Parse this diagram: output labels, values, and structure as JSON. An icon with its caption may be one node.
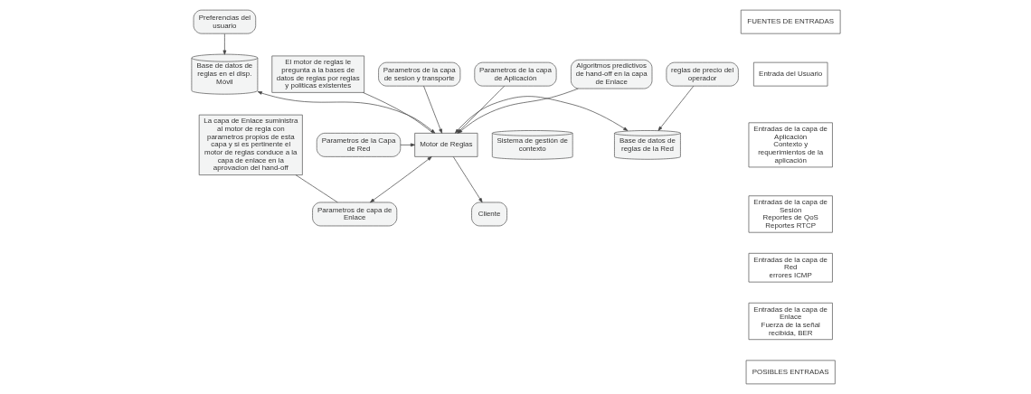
{
  "diagram": {
    "nodes": [
      {
        "text": [
          "Parametros de capa de Enlace"
        ]
      },
      {
        "text": [
          "La capa de Enlace suministra al motor de regla con parametros propios de esta capa y si es pertinente el motor de reglas conduce a la capa de enlace en la aprovacion del hand-off"
        ]
      },
      {
        "text": [
          "Algoritmos predictivos de hand-off en la capa de Enlace"
        ]
      },
      {
        "text": [
          "Preferencias del usuario"
        ]
      },
      {
        "text": [
          "reglas de precio del operador"
        ]
      },
      {
        "text": [
          "Base de datos de reglas en el disp. Móvil"
        ]
      },
      {
        "text": [
          "Parametros de la Capa de Red"
        ]
      },
      {
        "text": [
          "Motor de Reglas"
        ]
      },
      {
        "text": [
          "Base de datos de reglas de la Red"
        ]
      },
      {
        "text": [
          "El motor de reglas le pregunta a la bases de datos de reglas por reglas y politicas existentes"
        ]
      },
      {
        "text": [
          "Parametros de la capa de sesion y transporte"
        ]
      },
      {
        "text": [
          "Parametros de la capa de Aplicación"
        ]
      },
      {
        "text": [
          "Cliente"
        ]
      },
      {
        "text": [
          "Sistema de gestión de contexto"
        ]
      },
      {
        "text": [
          "FUENTES DE ENTRADAS"
        ]
      },
      {
        "text": [
          "Entrada del Usuario"
        ]
      },
      {
        "text": [
          "Entradas de la capa de Aplicación",
          "Contexto y requerimientos de la aplicación"
        ]
      },
      {
        "text": [
          "Entradas de la capa de Sesión",
          "Reportes de QoS Reportes RTCP"
        ]
      },
      {
        "text": [
          "Entradas de la capa de Red",
          "errores ICMP"
        ]
      },
      {
        "text": [
          "Entradas de la capa de Enlace",
          "Fuerza de la señal recibida, BER"
        ]
      },
      {
        "text": [
          "POSIBLES ENTRADAS"
        ]
      }
    ],
    "edges": [
      {
        "from": 1,
        "to": 0,
        "arrow": "none"
      },
      {
        "from": 7,
        "to": 0,
        "arrow": "both"
      },
      {
        "from": 2,
        "to": 7,
        "arrow": "to"
      },
      {
        "from": 3,
        "to": 5,
        "arrow": "to"
      },
      {
        "from": 5,
        "to": 7,
        "arrow": "both"
      },
      {
        "from": 6,
        "to": 7,
        "arrow": "to"
      },
      {
        "from": 4,
        "to": 8,
        "arrow": "to"
      },
      {
        "from": 7,
        "to": 8,
        "arrow": "both"
      },
      {
        "from": 9,
        "to": 7,
        "arrow": "none"
      },
      {
        "from": 10,
        "to": 7,
        "arrow": "to"
      },
      {
        "from": 7,
        "to": 12,
        "arrow": "to"
      },
      {
        "from": 11,
        "to": 7,
        "arrow": "to"
      }
    ]
  }
}
